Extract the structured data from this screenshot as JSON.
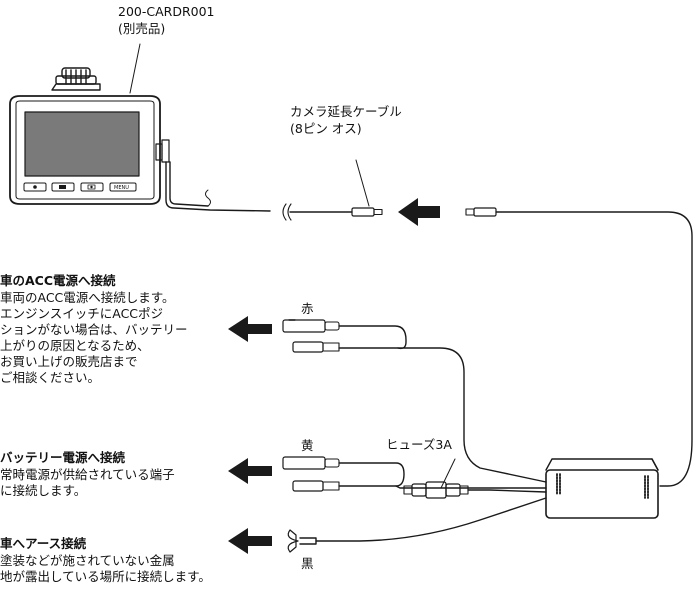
{
  "labels": {
    "model": "200-CARDR001",
    "model_note": "(別売品)",
    "camera_cable": "カメラ延長ケーブル",
    "camera_cable_note": "(8ピン オス)",
    "red": "赤",
    "yellow": "黄",
    "black": "黒",
    "fuse": "ヒューズ3A",
    "menu_key": "MENU"
  },
  "sections": {
    "acc": {
      "heading": "車のACC電源へ接続",
      "lines": [
        "車両のACC電源へ接続します。",
        "エンジンスイッチにACCポジ",
        "ションがない場合は、バッテリー",
        "上がりの原因となるため、",
        "お買い上げの販売店まで",
        "ご相談ください。"
      ]
    },
    "battery": {
      "heading": "バッテリー電源へ接続",
      "lines": [
        "常時電源が供給されている端子",
        "に接続します。"
      ]
    },
    "ground": {
      "heading": "車へアース接続",
      "lines": [
        "塗装などが施されていない金属",
        "地が露出している場所に接続します。"
      ]
    }
  },
  "colors": {
    "line": "#1a1a1a",
    "screen": "#7a7a7a",
    "fill": "#ffffff"
  }
}
